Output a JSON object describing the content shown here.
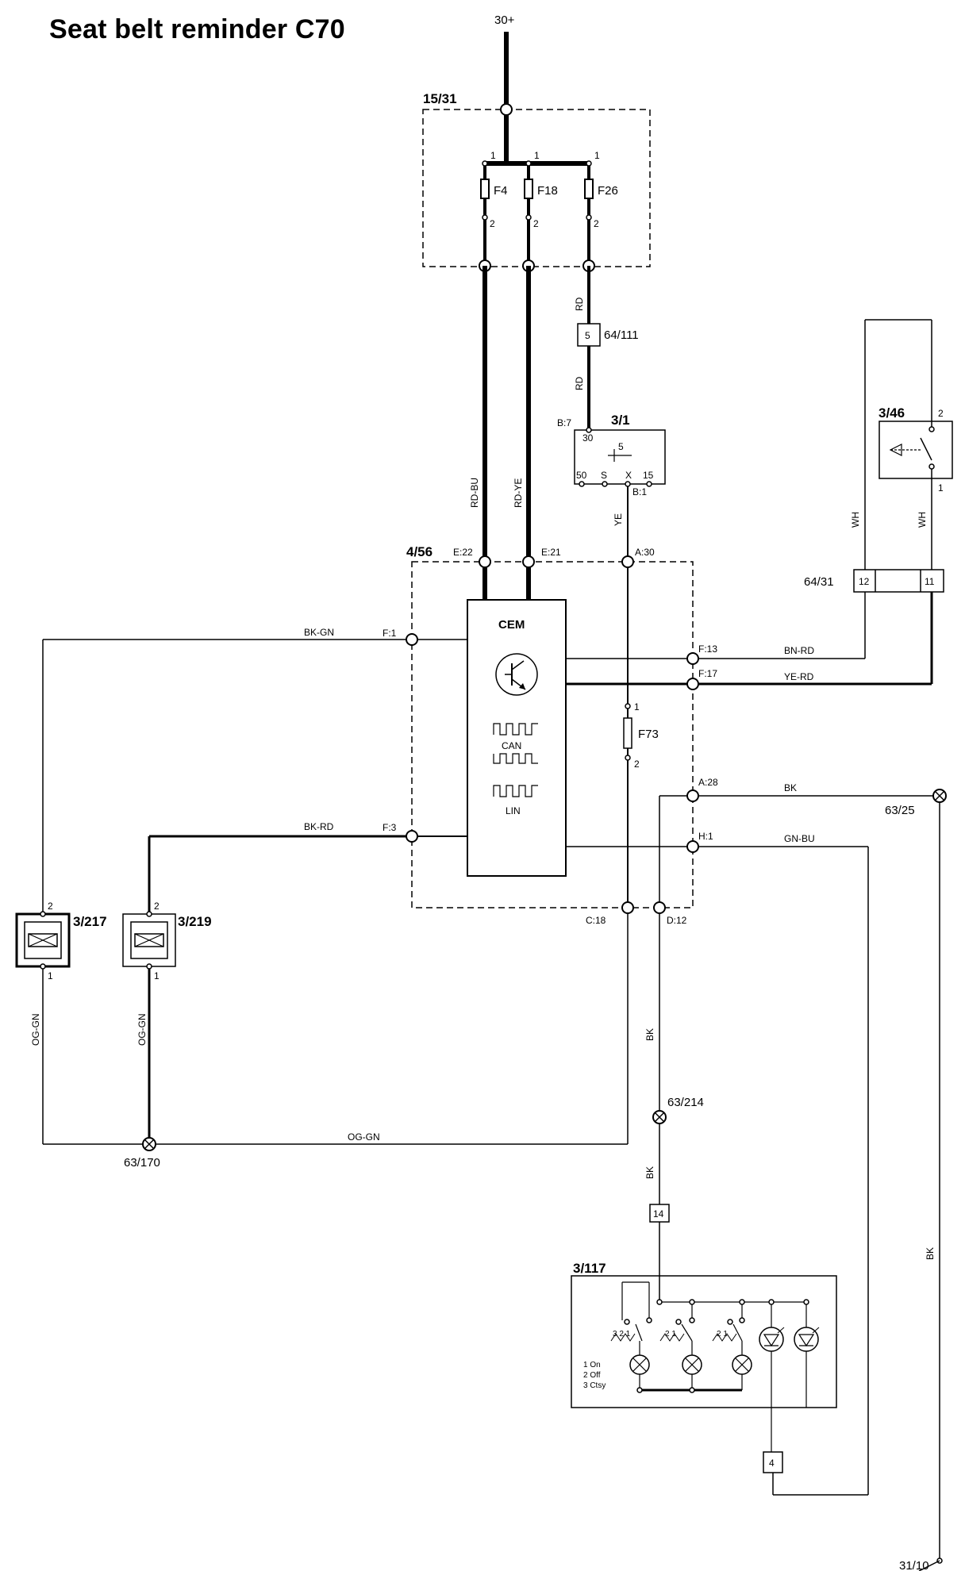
{
  "title": "Seat belt reminder C70",
  "power": {
    "supply": "30+",
    "ground": "31/10"
  },
  "fuse_box": {
    "id": "15/31",
    "fuses": [
      "F4",
      "F18",
      "F26"
    ],
    "pin_in": "1",
    "pin_out": "2"
  },
  "connector_64_111": {
    "id": "64/111",
    "pin": "5"
  },
  "ignition_switch": {
    "id": "3/1",
    "in_pin": "B:7",
    "out_pin": "B:1",
    "terminals": [
      "30",
      "50",
      "S",
      "X",
      "15"
    ],
    "pos": "5"
  },
  "buckle_switch": {
    "id": "3/46",
    "pin_top": "2",
    "pin_bottom": "1"
  },
  "connector_64_31": {
    "id": "64/31",
    "pins": [
      "12",
      "11"
    ]
  },
  "cem": {
    "id": "4/56",
    "name": "CEM",
    "bus1": "CAN",
    "bus2": "LIN",
    "pins": {
      "e22": "E:22",
      "e21": "E:21",
      "a30": "A:30",
      "f1": "F:1",
      "f3": "F:3",
      "f13": "F:13",
      "f17": "F:17",
      "a28": "A:28",
      "h1": "H:1",
      "c18": "C:18",
      "d12": "D:12"
    }
  },
  "fuse_f73": {
    "id": "F73",
    "pin_in": "1",
    "pin_out": "2"
  },
  "sensors": [
    {
      "id": "3/217",
      "pin_top": "2",
      "pin_bottom": "1"
    },
    {
      "id": "3/219",
      "pin_top": "2",
      "pin_bottom": "1"
    }
  ],
  "ground_points": [
    "63/25",
    "63/170",
    "63/214"
  ],
  "connectors": {
    "c14": "14",
    "c4": "4"
  },
  "panel": {
    "id": "3/117",
    "legend": [
      "1 On",
      "2 Off",
      "3 Ctsy"
    ],
    "switch_labels": [
      "3 2 1",
      "2 1",
      "2 1"
    ]
  },
  "wires": {
    "rd": "RD",
    "rd_bu": "RD-BU",
    "rd_ye": "RD-YE",
    "ye": "YE",
    "wh": "WH",
    "bk_gn": "BK-GN",
    "bk_rd": "BK-RD",
    "bn_rd": "BN-RD",
    "ye_rd": "YE-RD",
    "bk": "BK",
    "gn_bu": "GN-BU",
    "og_gn": "OG-GN"
  },
  "colors": {
    "line": "#000000",
    "background": "#ffffff"
  }
}
